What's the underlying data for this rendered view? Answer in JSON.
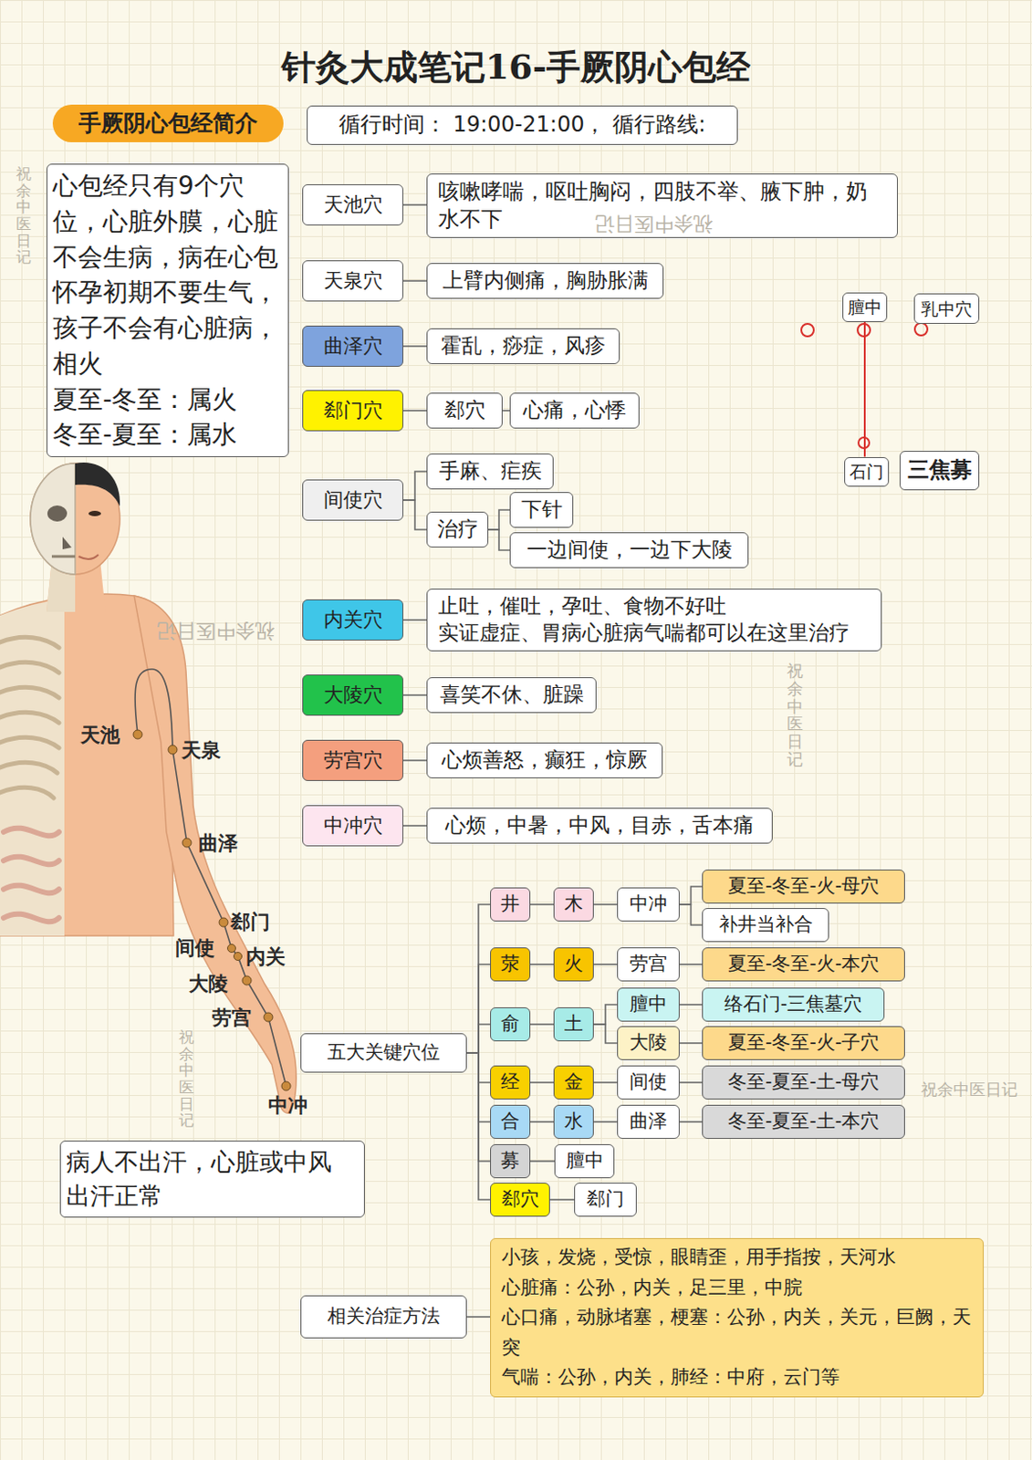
{
  "diagram": {
    "title": "针灸大成笔记16-手厥阴心包经",
    "nodes": [
      {
        "text": [
          "手厥阴心包经简介"
        ]
      },
      {
        "text": [
          "循行时间： 19:00-21:00， 循行路线:"
        ]
      },
      {
        "text": [
          "心包经只有9个穴位，心脏外膜，心脏不会生病，病在心包",
          "怀孕初期不要生气，孩子不会有心脏病，",
          "相火",
          "夏至-冬至：属火",
          "冬至-夏至：属水"
        ]
      },
      {
        "text": [
          "天池穴"
        ]
      },
      {
        "text": [
          "咳嗽哮喘，呕吐胸闷，四肢不举、腋下肿，奶水不下"
        ]
      },
      {
        "text": [
          "天泉穴"
        ]
      },
      {
        "text": [
          "上臂内侧痛，胸胁胀满"
        ]
      },
      {
        "text": [
          "曲泽穴"
        ]
      },
      {
        "text": [
          "霍乱，痧症，风疹"
        ]
      },
      {
        "text": [
          "郄门穴"
        ]
      },
      {
        "text": [
          "郄穴"
        ]
      },
      {
        "text": [
          "心痛，心悸"
        ]
      },
      {
        "text": [
          "间使穴"
        ]
      },
      {
        "text": [
          "手麻、疟疾"
        ]
      },
      {
        "text": [
          "治疗"
        ]
      },
      {
        "text": [
          "下针"
        ]
      },
      {
        "text": [
          "一边间使，一边下大陵"
        ]
      },
      {
        "text": [
          "内关穴"
        ]
      },
      {
        "text": [
          "止吐，催吐，孕吐、食物不好吐",
          "实证虚症、胃病心脏病气喘都可以在这里治疗"
        ]
      },
      {
        "text": [
          "大陵穴"
        ]
      },
      {
        "text": [
          "喜笑不休、脏躁"
        ]
      },
      {
        "text": [
          "劳宫穴"
        ]
      },
      {
        "text": [
          "心烦善怒，癫狂，惊厥"
        ]
      },
      {
        "text": [
          "中冲穴"
        ]
      },
      {
        "text": [
          "心烦，中暑，中风，目赤，舌本痛"
        ]
      },
      {
        "text": [
          "膻中"
        ]
      },
      {
        "text": [
          "乳中穴"
        ]
      },
      {
        "text": [
          "石门"
        ]
      },
      {
        "text": [
          "三焦募"
        ]
      },
      {
        "text": [
          "五大关键穴位"
        ]
      },
      {
        "text": [
          "井"
        ]
      },
      {
        "text": [
          "木"
        ]
      },
      {
        "text": [
          "中冲"
        ]
      },
      {
        "text": [
          "夏至-冬至-火-母穴"
        ]
      },
      {
        "text": [
          "补井当补合"
        ]
      },
      {
        "text": [
          "荥"
        ]
      },
      {
        "text": [
          "火"
        ]
      },
      {
        "text": [
          "劳宫"
        ]
      },
      {
        "text": [
          "夏至-冬至-火-本穴"
        ]
      },
      {
        "text": [
          "俞"
        ]
      },
      {
        "text": [
          "土"
        ]
      },
      {
        "text": [
          "膻中"
        ]
      },
      {
        "text": [
          "络石门-三焦墓穴"
        ]
      },
      {
        "text": [
          "大陵"
        ]
      },
      {
        "text": [
          "夏至-冬至-火-子穴"
        ]
      },
      {
        "text": [
          "经"
        ]
      },
      {
        "text": [
          "金"
        ]
      },
      {
        "text": [
          "间使"
        ]
      },
      {
        "text": [
          "冬至-夏至-土-母穴"
        ]
      },
      {
        "text": [
          "合"
        ]
      },
      {
        "text": [
          "水"
        ]
      },
      {
        "text": [
          "曲泽"
        ]
      },
      {
        "text": [
          "冬至-夏至-土-本穴"
        ]
      },
      {
        "text": [
          "募"
        ]
      },
      {
        "text": [
          "膻中"
        ]
      },
      {
        "text": [
          "郄穴"
        ]
      },
      {
        "text": [
          "郄门"
        ]
      },
      {
        "text": [
          "病人不出汗，心脏或中风 出汗正常"
        ]
      },
      {
        "text": [
          "相关治症方法"
        ]
      },
      {
        "text": [
          "小孩，发烧，受惊，眼睛歪，用手指按，天河水",
          "心脏痛：公孙，内关，足三里，中脘",
          "心口痛，动脉堵塞，梗塞：公孙，内关，关元，巨阙，天突",
          "气喘：公孙，内关，肺经：中府，云门等"
        ]
      }
    ],
    "edges": [
      {
        "from": 3,
        "to": 4,
        "arrow": "none"
      },
      {
        "from": 5,
        "to": 6,
        "arrow": "none"
      },
      {
        "from": 7,
        "to": 8,
        "arrow": "none"
      },
      {
        "from": 9,
        "to": 10,
        "arrow": "none"
      },
      {
        "from": 10,
        "to": 11,
        "arrow": "none"
      },
      {
        "from": 12,
        "to": 13,
        "arrow": "none"
      },
      {
        "from": 12,
        "to": 14,
        "arrow": "none"
      },
      {
        "from": 14,
        "to": 15,
        "arrow": "none"
      },
      {
        "from": 14,
        "to": 16,
        "arrow": "none"
      },
      {
        "from": 17,
        "to": 18,
        "arrow": "none"
      },
      {
        "from": 19,
        "to": 20,
        "arrow": "none"
      },
      {
        "from": 21,
        "to": 22,
        "arrow": "none"
      },
      {
        "from": 23,
        "to": 24,
        "arrow": "none"
      },
      {
        "from": 25,
        "to": 27,
        "arrow": "none"
      },
      {
        "from": 29,
        "to": 30,
        "arrow": "none"
      },
      {
        "from": 29,
        "to": 35,
        "arrow": "none"
      },
      {
        "from": 29,
        "to": 39,
        "arrow": "none"
      },
      {
        "from": 29,
        "to": 45,
        "arrow": "none"
      },
      {
        "from": 29,
        "to": 49,
        "arrow": "none"
      },
      {
        "from": 29,
        "to": 53,
        "arrow": "none"
      },
      {
        "from": 29,
        "to": 55,
        "arrow": "none"
      },
      {
        "from": 30,
        "to": 31,
        "arrow": "none"
      },
      {
        "from": 31,
        "to": 32,
        "arrow": "none"
      },
      {
        "from": 32,
        "to": 33,
        "arrow": "none"
      },
      {
        "from": 32,
        "to": 34,
        "arrow": "none"
      },
      {
        "from": 35,
        "to": 36,
        "arrow": "none"
      },
      {
        "from": 36,
        "to": 37,
        "arrow": "none"
      },
      {
        "from": 37,
        "to": 38,
        "arrow": "none"
      },
      {
        "from": 39,
        "to": 40,
        "arrow": "none"
      },
      {
        "from": 40,
        "to": 41,
        "arrow": "none"
      },
      {
        "from": 40,
        "to": 43,
        "arrow": "none"
      },
      {
        "from": 41,
        "to": 42,
        "arrow": "none"
      },
      {
        "from": 43,
        "to": 44,
        "arrow": "none"
      },
      {
        "from": 45,
        "to": 46,
        "arrow": "none"
      },
      {
        "from": 46,
        "to": 47,
        "arrow": "none"
      },
      {
        "from": 47,
        "to": 48,
        "arrow": "none"
      },
      {
        "from": 49,
        "to": 50,
        "arrow": "none"
      },
      {
        "from": 50,
        "to": 51,
        "arrow": "none"
      },
      {
        "from": 51,
        "to": 52,
        "arrow": "none"
      },
      {
        "from": 53,
        "to": 54,
        "arrow": "none"
      },
      {
        "from": 55,
        "to": 56,
        "arrow": "none"
      },
      {
        "from": 58,
        "to": 59,
        "arrow": "none"
      }
    ],
    "labels": [
      "天池",
      "天泉",
      "曲泽",
      "郄门",
      "间使",
      "内关",
      "大陵",
      "劳宫",
      "中冲",
      "祝余中医日记",
      "祝余中医日记",
      "祝余中医日记",
      "祝余中医日记",
      "祝余中医日记",
      "祝余中医日记"
    ]
  }
}
